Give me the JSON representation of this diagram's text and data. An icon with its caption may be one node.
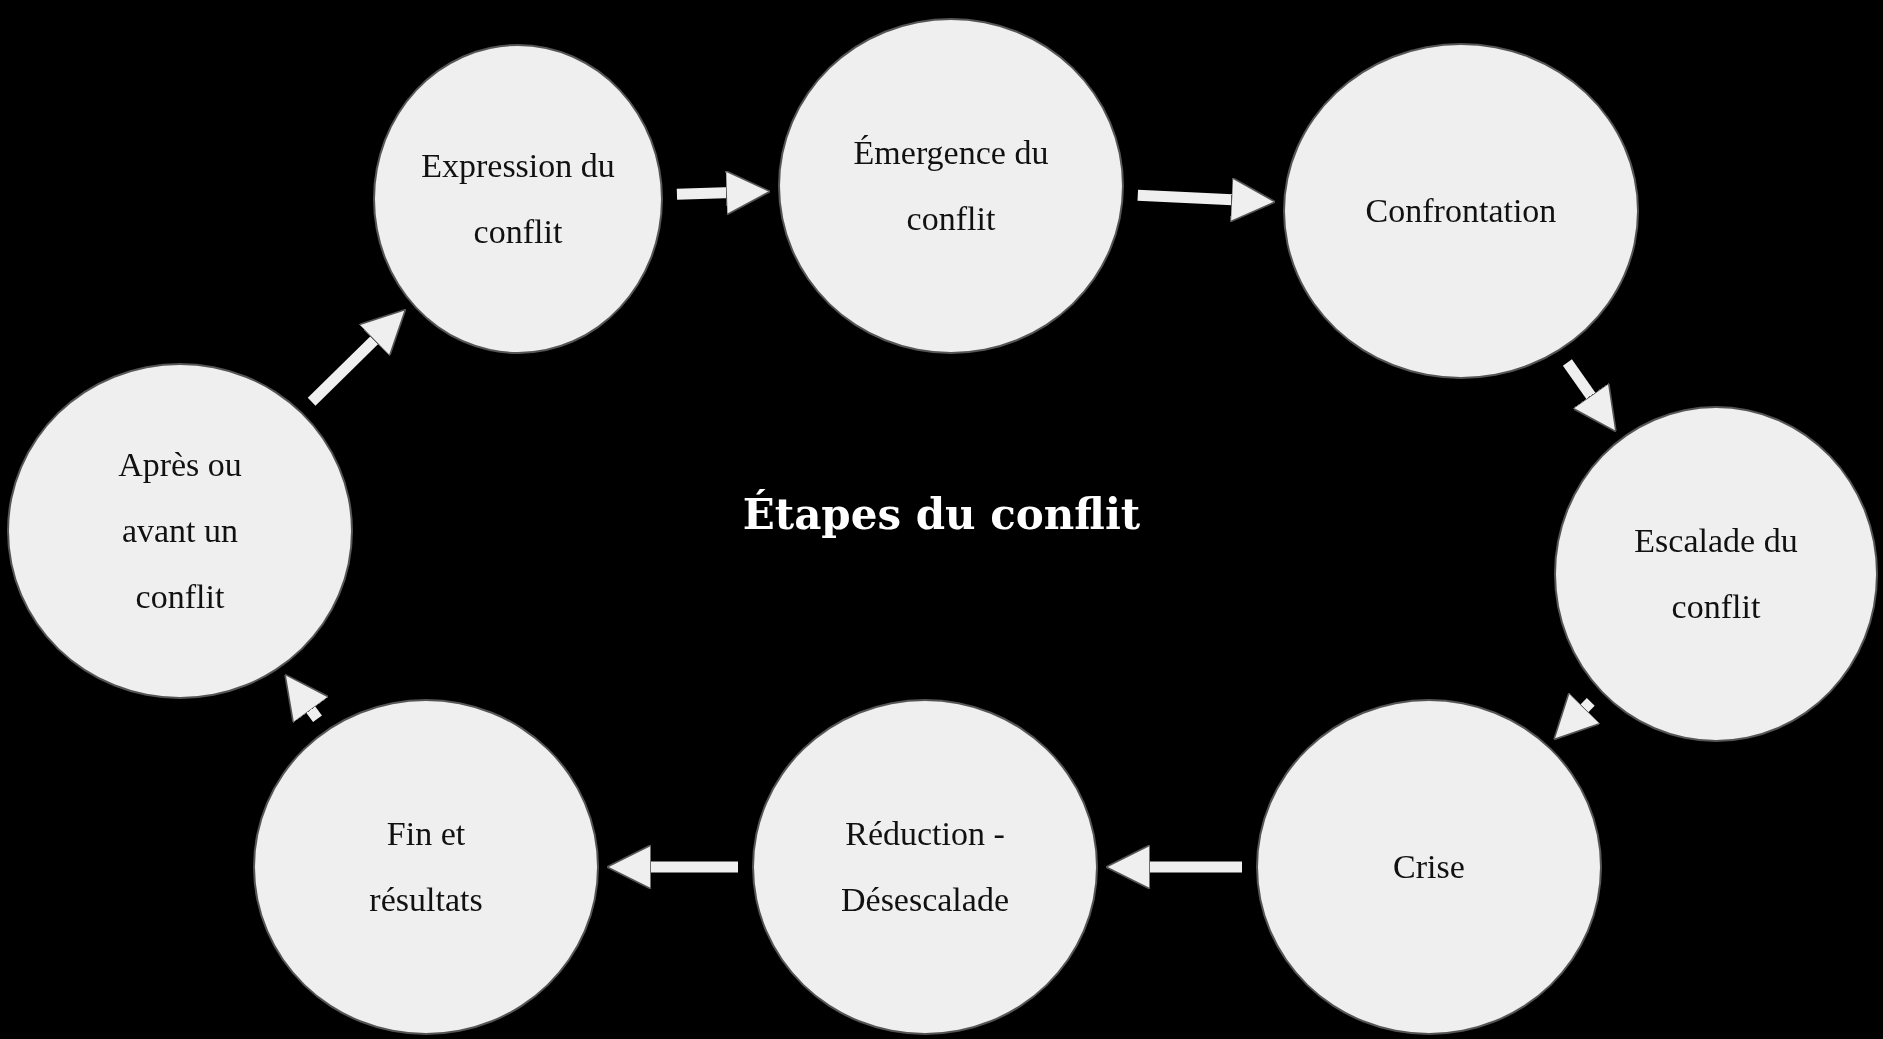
{
  "diagram": {
    "title": "Étapes du conflit",
    "nodes": [
      {
        "text": [
          "Expression du conflit"
        ]
      },
      {
        "text": [
          "Émergence du conflit"
        ]
      },
      {
        "text": [
          "Confrontation"
        ]
      },
      {
        "text": [
          "Escalade du conflit"
        ]
      },
      {
        "text": [
          "Crise"
        ]
      },
      {
        "text": [
          "Réduction - Désescalade"
        ]
      },
      {
        "text": [
          "Fin et résultats"
        ]
      },
      {
        "text": [
          "Après ou avant un conflit"
        ]
      }
    ],
    "edges": [
      {
        "from": 7,
        "to": 0,
        "arrow": "to"
      },
      {
        "from": 0,
        "to": 1,
        "arrow": "to"
      },
      {
        "from": 1,
        "to": 2,
        "arrow": "to"
      },
      {
        "from": 2,
        "to": 3,
        "arrow": "to"
      },
      {
        "from": 3,
        "to": 4,
        "arrow": "to"
      },
      {
        "from": 4,
        "to": 5,
        "arrow": "to"
      },
      {
        "from": 5,
        "to": 6,
        "arrow": "to"
      },
      {
        "from": 6,
        "to": 7,
        "arrow": "to"
      }
    ]
  }
}
